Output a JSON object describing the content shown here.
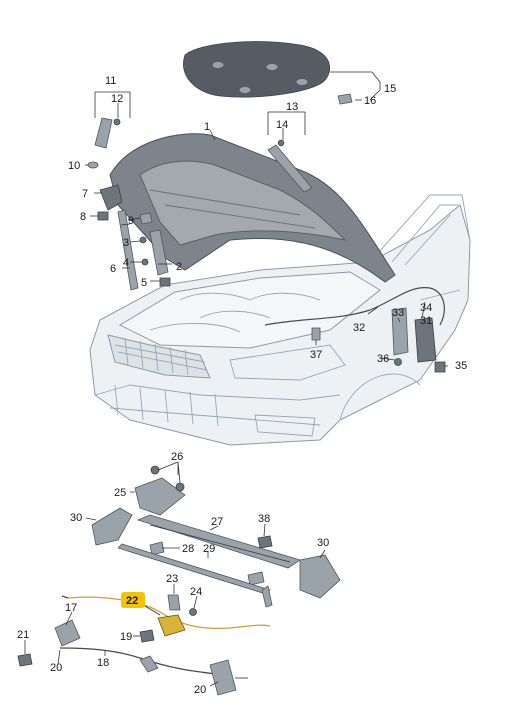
{
  "labels": {
    "l1": "1",
    "l2": "2",
    "l3": "3",
    "l4": "4",
    "l5": "5",
    "l6": "6",
    "l7": "7",
    "l8": "8",
    "l9": "9",
    "l10": "10",
    "l11": "11",
    "l12": "12",
    "l13": "13",
    "l14": "14",
    "l15": "15",
    "l16": "16",
    "l17": "17",
    "l18": "18",
    "l19": "19",
    "l20a": "20",
    "l20b": "20",
    "l21": "21",
    "l22": "22",
    "l23": "23",
    "l24": "24",
    "l25": "25",
    "l26": "26",
    "l27": "27",
    "l28": "28",
    "l29": "29",
    "l30a": "30",
    "l30b": "30",
    "l31": "31",
    "l32": "32",
    "l33": "33",
    "l34": "34",
    "l35": "35",
    "l36": "36",
    "l37": "37",
    "l38": "38"
  },
  "highlight_color": "#f5c400"
}
